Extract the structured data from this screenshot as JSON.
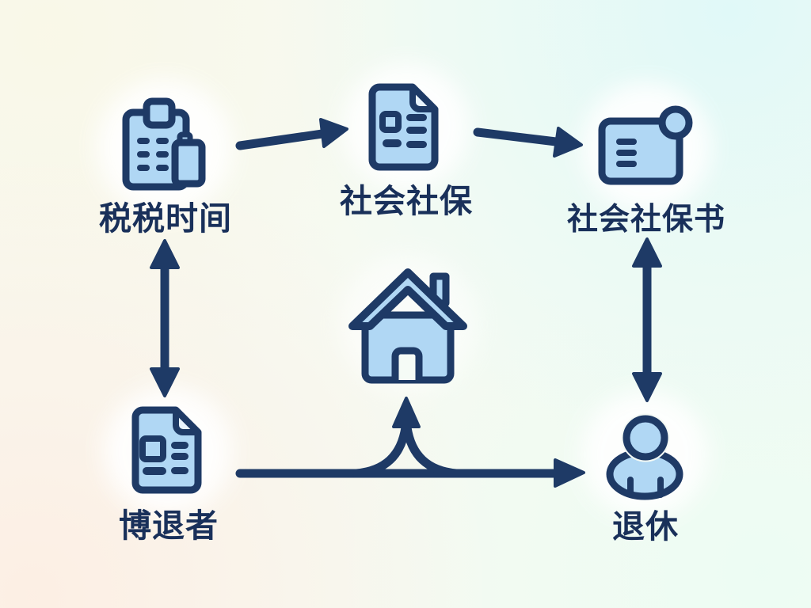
{
  "diagram": {
    "type": "flow-diagram",
    "palette": {
      "outline_navy": "#1e3a66",
      "label_navy": "#19305a",
      "icon_fill": "#b0d7f4",
      "glow_white": "#ffffff",
      "bg_top_left": "#faf7e6",
      "bg_top_right": "#dff9f8",
      "bg_bottom_left": "#fdeee3",
      "bg_bottom_right": "#ecfcf3"
    },
    "nodes": {
      "tax_time": {
        "label": "税税时间",
        "icon": "clipboard-documents-icon"
      },
      "social_insurance": {
        "label": "社会社保",
        "icon": "document-icon"
      },
      "social_insurance_book": {
        "label": "社会社保书",
        "icon": "card-notification-icon"
      },
      "house": {
        "label": "",
        "icon": "house-icon"
      },
      "retiree": {
        "label": "博退者",
        "icon": "document-icon"
      },
      "retirement": {
        "label": "退休",
        "icon": "person-icon"
      }
    },
    "edges": [
      {
        "from": "tax_time",
        "to": "social_insurance",
        "style": "single-arrow-right"
      },
      {
        "from": "social_insurance",
        "to": "social_insurance_book",
        "style": "single-arrow-right"
      },
      {
        "from": "tax_time",
        "to": "retiree",
        "style": "double-headed-vertical"
      },
      {
        "from": "social_insurance_book",
        "to": "retirement",
        "style": "double-headed-vertical"
      },
      {
        "from": "retiree",
        "to": "retirement",
        "style": "single-arrow-right"
      },
      {
        "from": "retiree",
        "to": "house",
        "style": "branch-arrow-up"
      }
    ]
  }
}
